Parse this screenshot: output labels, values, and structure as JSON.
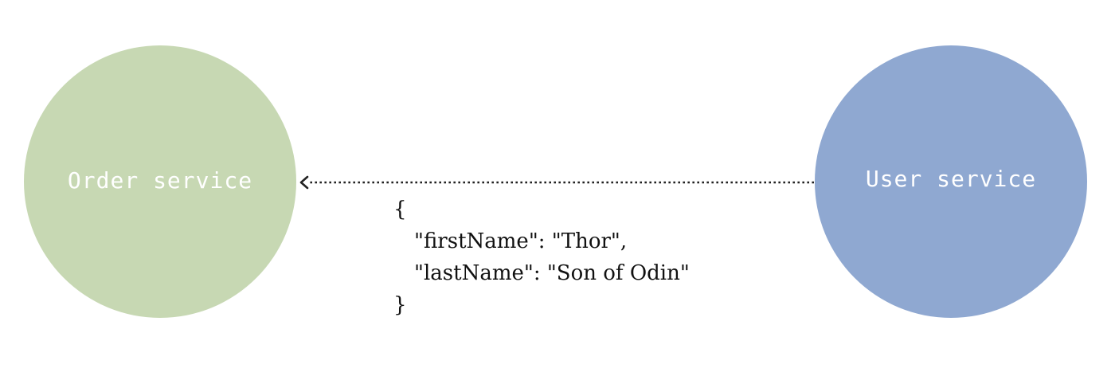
{
  "diagram": {
    "nodes": {
      "order": {
        "label": "Order service",
        "color": "#c7d8b3"
      },
      "user": {
        "label": "User service",
        "color": "#8fa8d1"
      }
    },
    "edge": {
      "from": "user",
      "to": "order",
      "style": "dotted",
      "arrowhead": "open-chevron",
      "color": "#222222"
    },
    "payload": {
      "open_brace": "{",
      "line1": "\"firstName\": \"Thor\",",
      "line2": "\"lastName\": \"Son of Odin\"",
      "close_brace": "}"
    }
  }
}
